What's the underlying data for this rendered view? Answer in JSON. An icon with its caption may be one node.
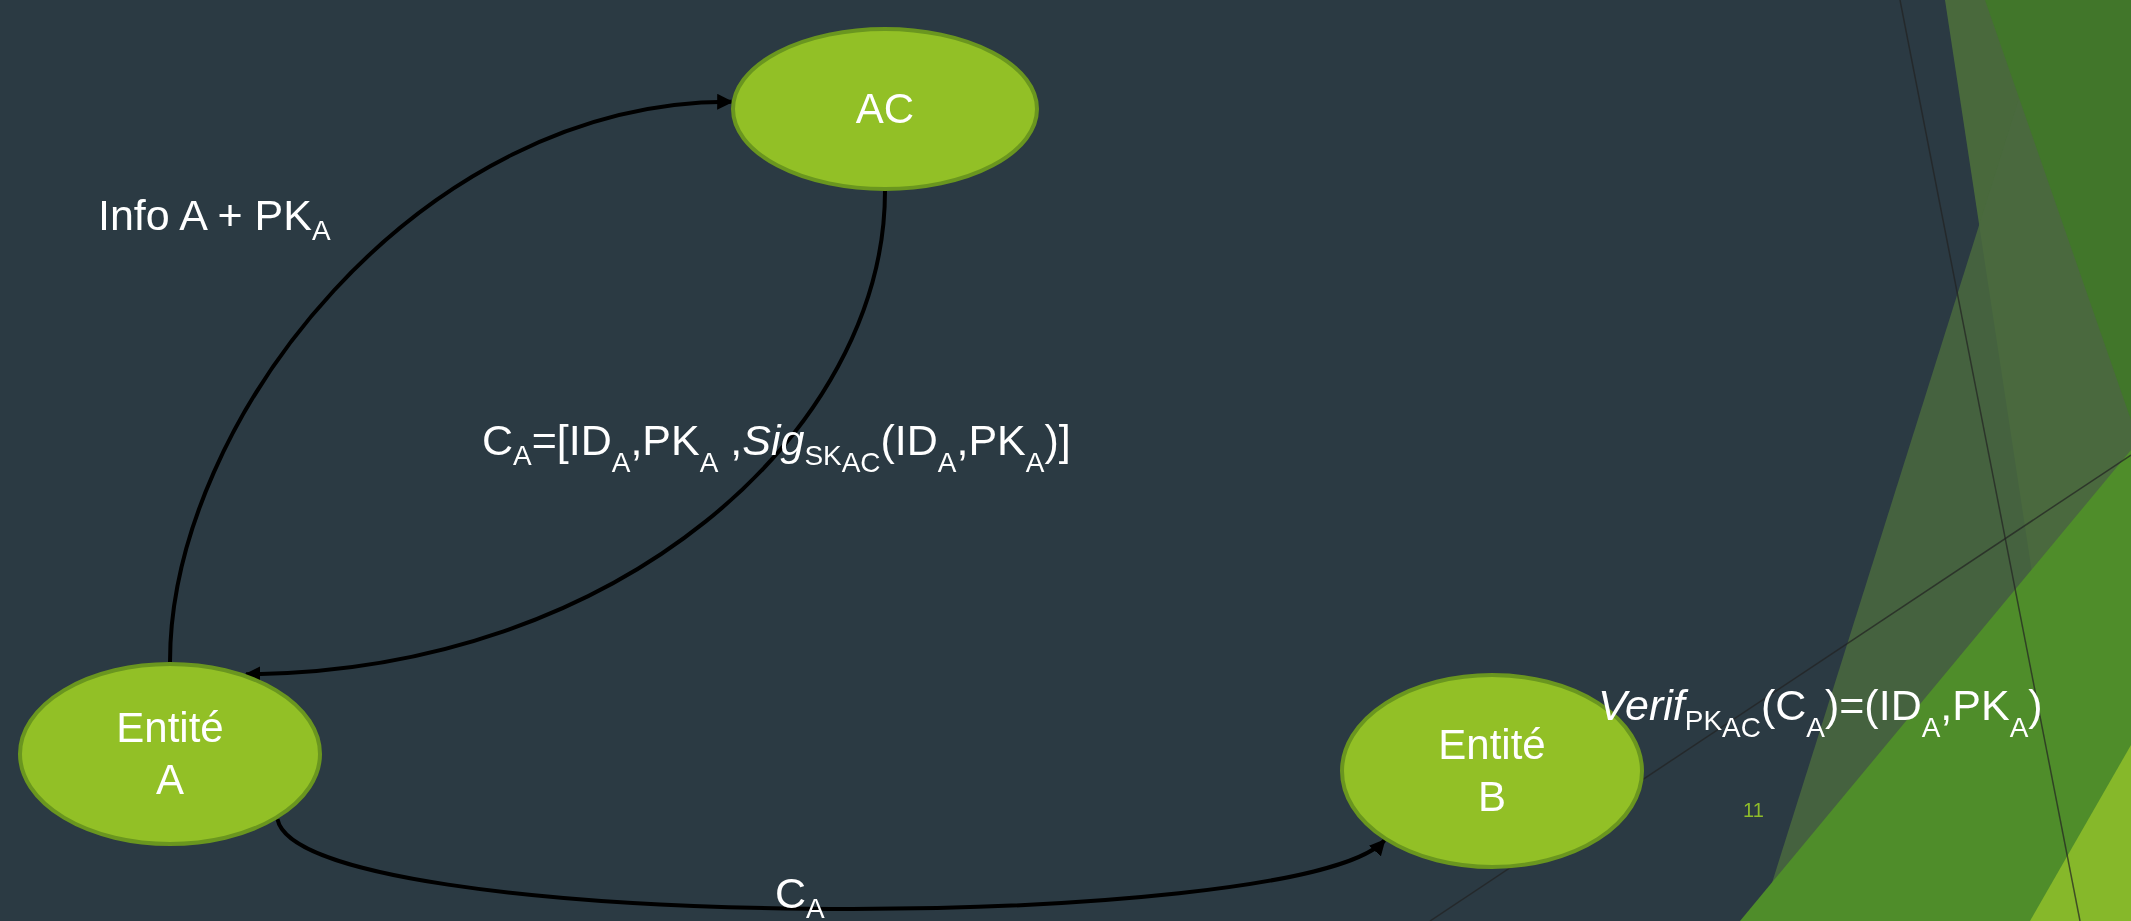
{
  "diagram": {
    "nodes": [
      {
        "text": [
          "AC"
        ]
      },
      {
        "text": [
          "Entité A"
        ]
      },
      {
        "text": [
          "Entité B"
        ]
      }
    ],
    "edges": [
      {
        "from": 1,
        "to": 0,
        "arrow": "to",
        "label": "Info A + PK$_{A}$"
      },
      {
        "from": 0,
        "to": 1,
        "arrow": "to",
        "label": "C$_{A}$=[ID$_{A}$,PK$_{A}$ ,*Sig*$_{SK}$$_{AC}$(ID$_{A}$,PK$_{A}$)]"
      },
      {
        "from": 1,
        "to": 2,
        "arrow": "to",
        "label": "C$_{A}$"
      }
    ],
    "labels": [
      "*Verif*$_{PK}$$_{AC}$(C$_{A}$)=(ID$_{A}$,PK$_{A}$)",
      "11"
    ]
  }
}
